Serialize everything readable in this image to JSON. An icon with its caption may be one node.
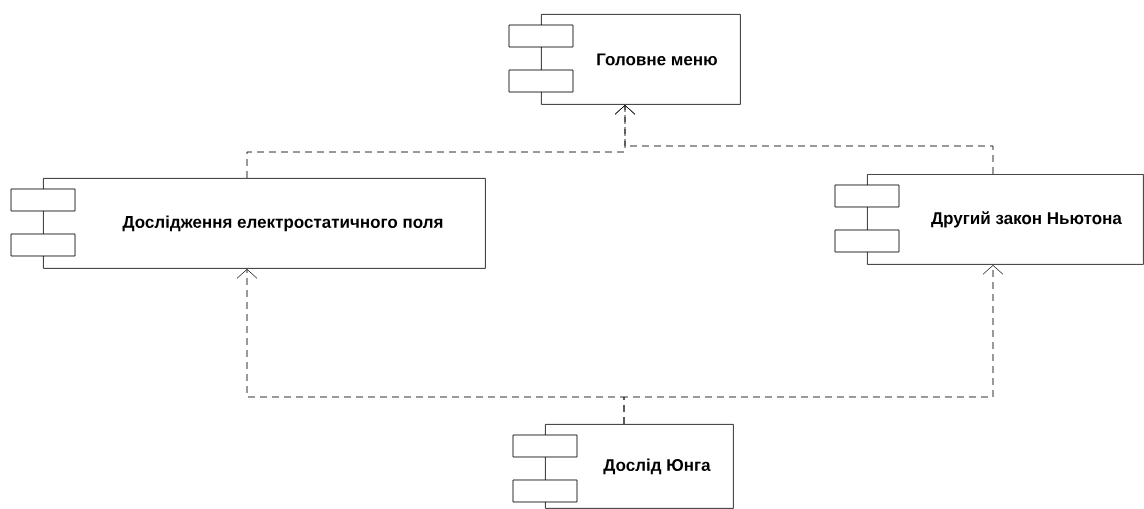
{
  "diagram": {
    "nodes": [
      {
        "text": [
          "Головне меню"
        ]
      },
      {
        "text": [
          "Дослідження електростатичного поля"
        ]
      },
      {
        "text": [
          "Другий закон Ньютона"
        ]
      },
      {
        "text": [
          "Дослід Юнга"
        ]
      }
    ],
    "edges": [
      {
        "from": 1,
        "to": 0,
        "arrow": "to",
        "style": "dashed"
      },
      {
        "from": 2,
        "to": 0,
        "arrow": "to",
        "style": "dashed"
      },
      {
        "from": 3,
        "to": 1,
        "arrow": "to",
        "style": "dashed"
      },
      {
        "from": 3,
        "to": 2,
        "arrow": "to",
        "style": "dashed"
      }
    ]
  }
}
